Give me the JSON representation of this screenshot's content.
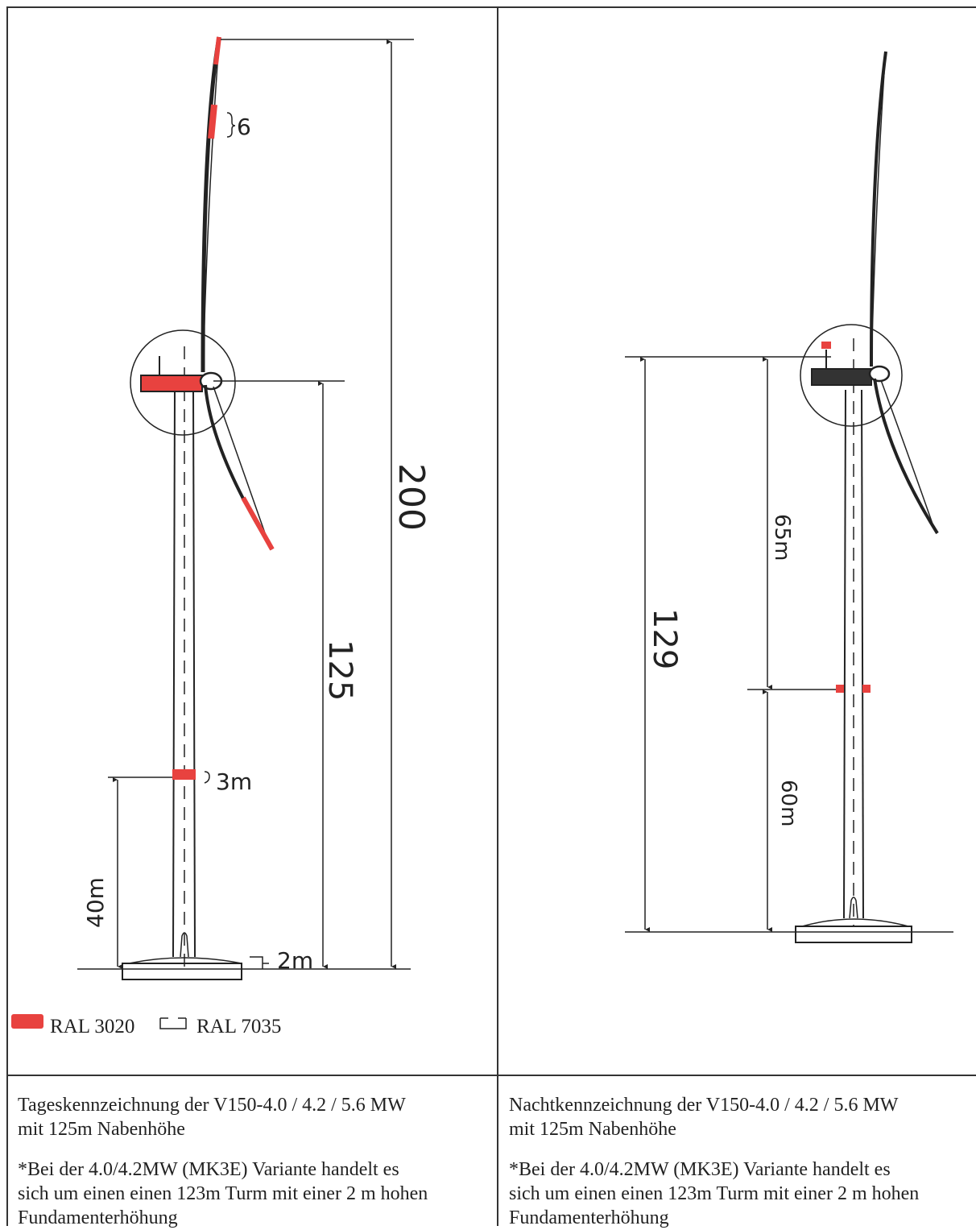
{
  "colors": {
    "red_marking": "#e8423f",
    "line": "#222222",
    "frame": "#333333"
  },
  "day": {
    "dim_total": "200",
    "dim_hub": "125",
    "dim_blade_band": "6",
    "dim_tower_band": "3m",
    "dim_band_height": "40m",
    "dim_foundation": "2m",
    "legend": [
      {
        "swatch": "filled-red",
        "label": "RAL 3020"
      },
      {
        "swatch": "outline",
        "label": "RAL 7035"
      }
    ],
    "caption_line1": "Tageskennzeichnung der V150-4.0 / 4.2 / 5.6 MW",
    "caption_line2": "mit 125m Nabenhöhe",
    "note_line1": "*Bei der 4.0/4.2MW (MK3E) Variante handelt es",
    "note_line2": "sich um einen einen 123m Turm mit einer 2 m hohen",
    "note_line3": "Fundamenterhöhung"
  },
  "night": {
    "dim_total": "129",
    "dim_upper": "65m",
    "dim_lower": "60m",
    "caption_line1": "Nachtkennzeichnung der V150-4.0 / 4.2 / 5.6 MW",
    "caption_line2": "mit 125m Nabenhöhe",
    "note_line1": "*Bei der 4.0/4.2MW (MK3E) Variante handelt es",
    "note_line2": "sich um einen einen 123m Turm mit einer 2 m hohen",
    "note_line3": "Fundamenterhöhung"
  }
}
